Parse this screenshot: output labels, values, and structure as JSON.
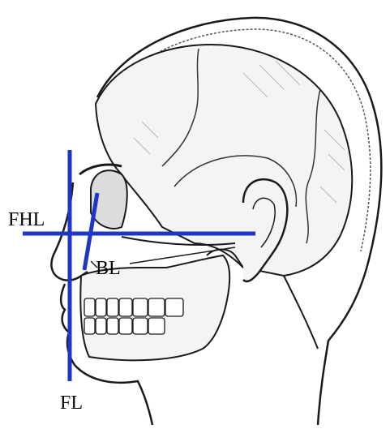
{
  "labels": {
    "fhl": "FHL",
    "bl": "BL",
    "fl": "FL"
  },
  "colors": {
    "reference_line": "#1f35c8",
    "outline": "#1a1a1a",
    "bone_fill": "#f4f4f2",
    "shade": "#b8b8b8"
  }
}
